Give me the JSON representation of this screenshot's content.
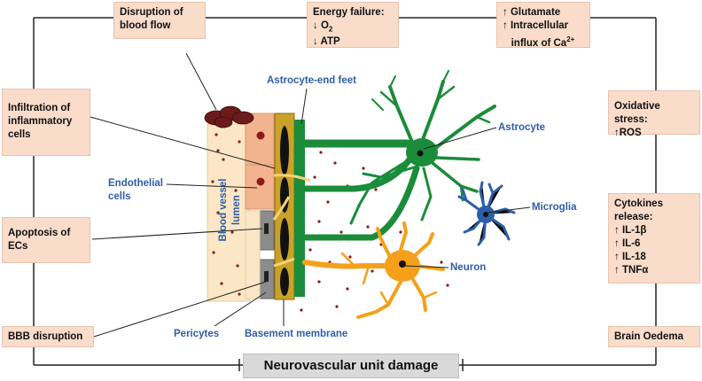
{
  "boxes": {
    "disruption_flow": "Disruption of\nblood flow",
    "energy_failure_title": "Energy failure:",
    "energy_o2_prefix": "↓ O",
    "energy_o2_sub": "2",
    "energy_atp": "↓ ATP",
    "glutamate": "↑ Glutamate",
    "intracellular_1": "↑ Intracellular",
    "intracellular_2": "influx of Ca",
    "intracellular_sup": "2+",
    "infiltration": "Infiltration of\ninflammatory\ncells",
    "apoptosis": "Apoptosis of\nECs",
    "bbb": "BBB disruption",
    "oxidative": "Oxidative stress:\n↑ROS",
    "cytokines": "Cytokines\nrelease:\n↑ IL-1β\n↑ IL-6\n↑ IL-18\n↑ TNFα",
    "oedema": "Brain Oedema",
    "nvu_damage": "Neurovascular unit damage"
  },
  "labels": {
    "astrocyte_end_feet": "Astrocyte-end feet",
    "astrocyte": "Astrocyte",
    "endothelial": "Endothelial\ncells",
    "blood_vessel_lumen": "Blood vessel lumen",
    "microglia": "Microglia",
    "neuron": "Neuron",
    "pericytes": "Pericytes",
    "basement_membrane": "Basement membrane"
  },
  "colors": {
    "box_fill": "#f9dcca",
    "label_blue": "#2e5ea8",
    "astrocyte_green": "#1a8c3a",
    "microglia_blue": "#2b5fa8",
    "neuron_orange": "#f5a01a",
    "pericyte_gray": "#8c8c8c",
    "basement_gold": "#c9a227",
    "endothelial_peach": "#f2b48e",
    "lumen_cream": "#fbe7c6",
    "clot_maroon": "#6b1b1b",
    "dots_maroon": "#8b1a1a"
  }
}
